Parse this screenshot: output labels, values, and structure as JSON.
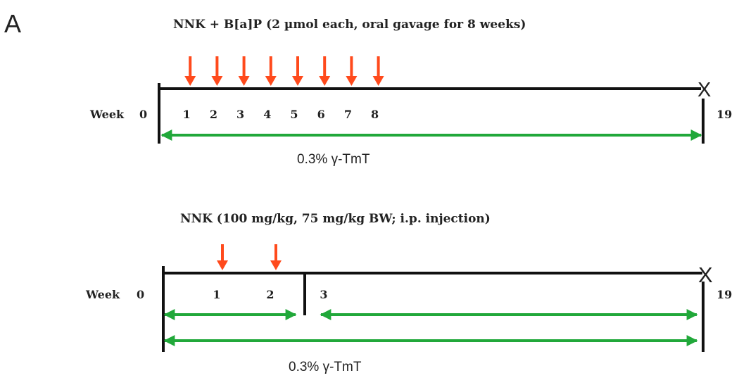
{
  "panel_label": "A",
  "colors": {
    "dosing_arrow": "#ff4a1c",
    "treatment_arrow": "#21a83a",
    "timeline": "#111111",
    "text": "#222222"
  },
  "protocol_top": {
    "title": "NNK + B[a]P (2 µmol each, oral gavage for 8 weeks)",
    "week_label": "Week",
    "start_week": "0",
    "end_week": "19",
    "end_marker": "X",
    "week_ticks": [
      "1",
      "2",
      "3",
      "4",
      "5",
      "6",
      "7",
      "8"
    ],
    "dose_weeks": [
      1,
      2,
      3,
      4,
      5,
      6,
      7,
      8
    ],
    "treatment_label": "0.3% γ-TmT",
    "treatments": [
      {
        "from_week": 0,
        "to_week": 19
      }
    ]
  },
  "protocol_bottom": {
    "title": "NNK (100 mg/kg, 75 mg/kg BW; i.p. injection)",
    "week_label": "Week",
    "start_week": "0",
    "end_week": "19",
    "end_marker": "X",
    "week_ticks": [
      "1",
      "2",
      "3"
    ],
    "dose_weeks": [
      1,
      2
    ],
    "divider_week": 3,
    "treatment_label": "0.3% γ-TmT",
    "treatments": [
      {
        "from_week": 0,
        "to_week": 2.5
      },
      {
        "from_week": 3,
        "to_week": 19
      },
      {
        "from_week": 0,
        "to_week": 19
      }
    ]
  }
}
